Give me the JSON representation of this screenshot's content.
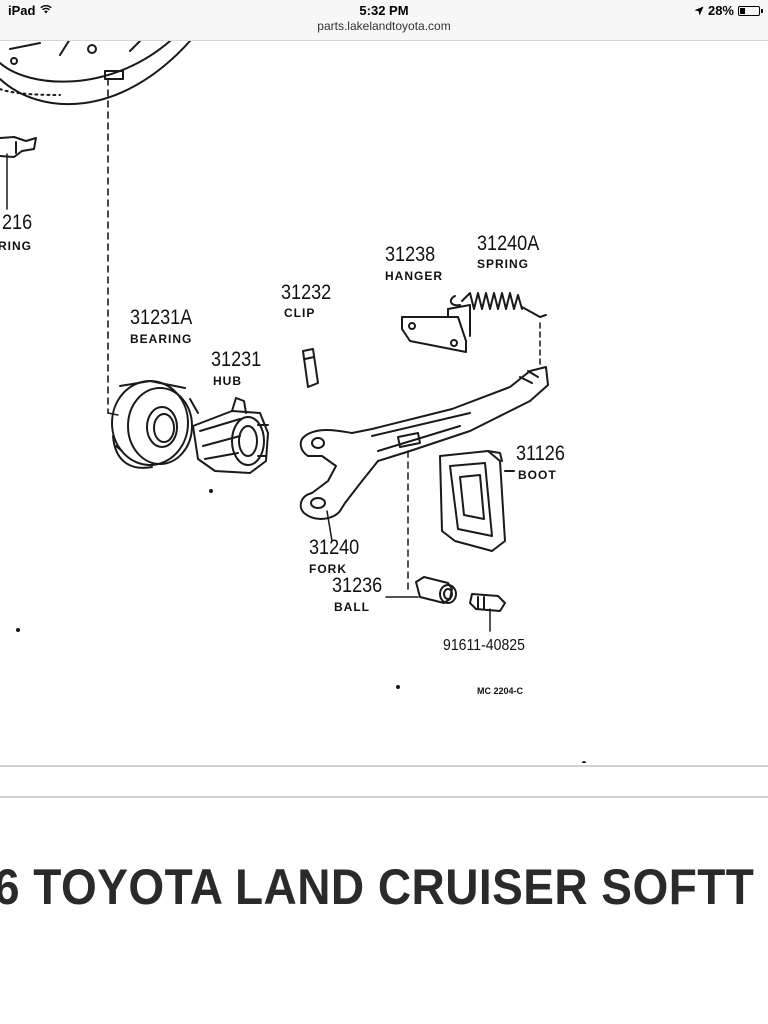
{
  "status_bar": {
    "device": "iPad",
    "time": "5:32 PM",
    "battery_percent_text": "28%",
    "battery_level": 0.28
  },
  "address_bar": {
    "url": "parts.lakelandtoyota.com"
  },
  "diagram": {
    "parts": [
      {
        "number": "216",
        "name": "RING"
      },
      {
        "number": "31231A",
        "name": "BEARING"
      },
      {
        "number": "31231",
        "name": "HUB"
      },
      {
        "number": "31232",
        "name": "CLIP"
      },
      {
        "number": "31238",
        "name": "HANGER"
      },
      {
        "number": "31240A",
        "name": "SPRING"
      },
      {
        "number": "31126",
        "name": "BOOT"
      },
      {
        "number": "31240",
        "name": "FORK"
      },
      {
        "number": "31236",
        "name": "BALL"
      }
    ],
    "bolt_part_number": "91611-40825",
    "figure_reference": "MC 2204-C"
  },
  "page": {
    "heading": "6 TOYOTA LAND CRUISER SOFTT"
  }
}
